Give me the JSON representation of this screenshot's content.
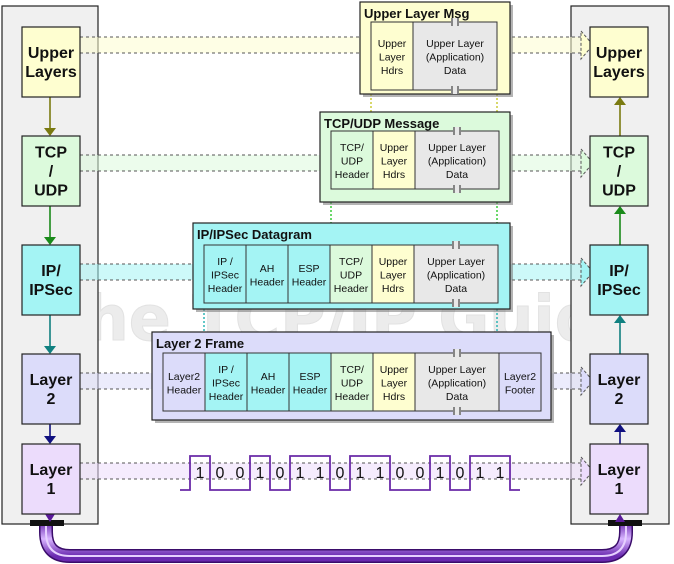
{
  "watermark": "the TCP/IP Guide",
  "colors": {
    "upper": "#fefed0",
    "tcp": "#dcfadc",
    "ip": "#a4f4f4",
    "l2": "#dcdcfa",
    "l1": "#ecdcfc",
    "data": "#e8e8e8",
    "stack": "#f0f0f0",
    "bus": "#b070f0"
  },
  "layers": [
    {
      "id": "upper",
      "label": "Upper Layers"
    },
    {
      "id": "tcp",
      "label": "TCP / UDP"
    },
    {
      "id": "ip",
      "label": "IP/ IPSec"
    },
    {
      "id": "l2",
      "label": "Layer 2"
    },
    {
      "id": "l1",
      "label": "Layer 1"
    }
  ],
  "messages": {
    "upper": {
      "title": "Upper Layer Msg",
      "cells": [
        {
          "text": "Upper Layer Hdrs",
          "kind": "upper"
        },
        {
          "text": "Upper Layer (Application) Data",
          "kind": "data"
        }
      ]
    },
    "tcp": {
      "title": "TCP/UDP Message",
      "cells": [
        {
          "text": "TCP/ UDP Header",
          "kind": "tcp"
        },
        {
          "text": "Upper Layer Hdrs",
          "kind": "upper"
        },
        {
          "text": "Upper Layer (Application) Data",
          "kind": "data"
        }
      ]
    },
    "ip": {
      "title": "IP/IPSec Datagram",
      "cells": [
        {
          "text": "IP / IPSec Header",
          "kind": "ip"
        },
        {
          "text": "AH Header",
          "kind": "ip"
        },
        {
          "text": "ESP Header",
          "kind": "ip"
        },
        {
          "text": "TCP/ UDP Header",
          "kind": "tcp"
        },
        {
          "text": "Upper Layer Hdrs",
          "kind": "upper"
        },
        {
          "text": "Upper Layer (Application) Data",
          "kind": "data"
        }
      ]
    },
    "l2": {
      "title": "Layer 2 Frame",
      "cells": [
        {
          "text": "Layer2 Header",
          "kind": "l2"
        },
        {
          "text": "IP / IPSec Header",
          "kind": "ip"
        },
        {
          "text": "AH Header",
          "kind": "ip"
        },
        {
          "text": "ESP Header",
          "kind": "ip"
        },
        {
          "text": "TCP/ UDP Header",
          "kind": "tcp"
        },
        {
          "text": "Upper Layer Hdrs",
          "kind": "upper"
        },
        {
          "text": "Upper Layer (Application) Data",
          "kind": "data"
        },
        {
          "text": "Layer2 Footer",
          "kind": "l2"
        }
      ]
    }
  },
  "bits": [
    "1",
    "0",
    "0",
    "1",
    "0",
    "1",
    "1",
    "0",
    "1",
    "1",
    "0",
    "0",
    "1",
    "0",
    "1",
    "1"
  ]
}
